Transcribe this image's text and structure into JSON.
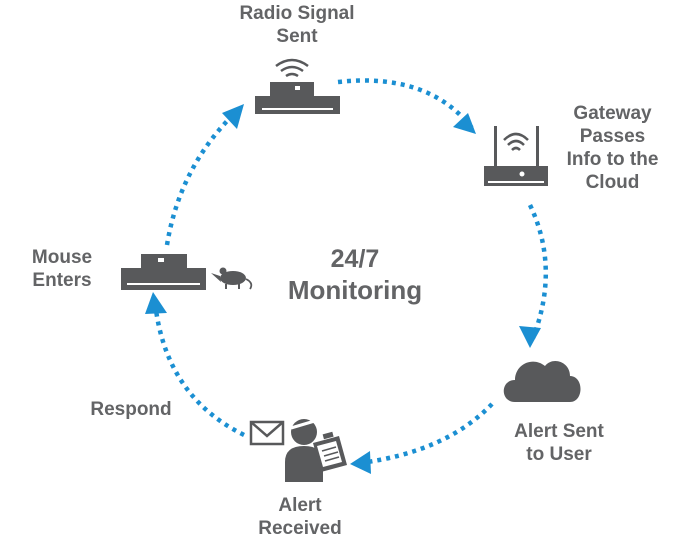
{
  "diagram": {
    "center": {
      "line1": "24/7",
      "line2": "Monitoring"
    },
    "steps": {
      "radio_signal": {
        "line1": "Radio Signal",
        "line2": "Sent",
        "icon": "transmitter-icon"
      },
      "gateway": {
        "line1": "Gateway",
        "line2": "Passes",
        "line3": "Info to the",
        "line4": "Cloud",
        "icon": "gateway-router-icon"
      },
      "alert_sent": {
        "line1": "Alert Sent",
        "line2": "to User",
        "icon": "cloud-icon"
      },
      "alert_received": {
        "line1": "Alert",
        "line2": "Received",
        "icon": "person-with-clipboard-icon"
      },
      "respond": {
        "line1": "Respond",
        "icon": "envelope-icon"
      },
      "mouse_enters": {
        "line1": "Mouse",
        "line2": "Enters",
        "icon": "mouse-icon"
      }
    }
  },
  "colors": {
    "text": "#636466",
    "icon": "#58595b",
    "arrow": "#1b8fd2",
    "background": "#ffffff"
  }
}
